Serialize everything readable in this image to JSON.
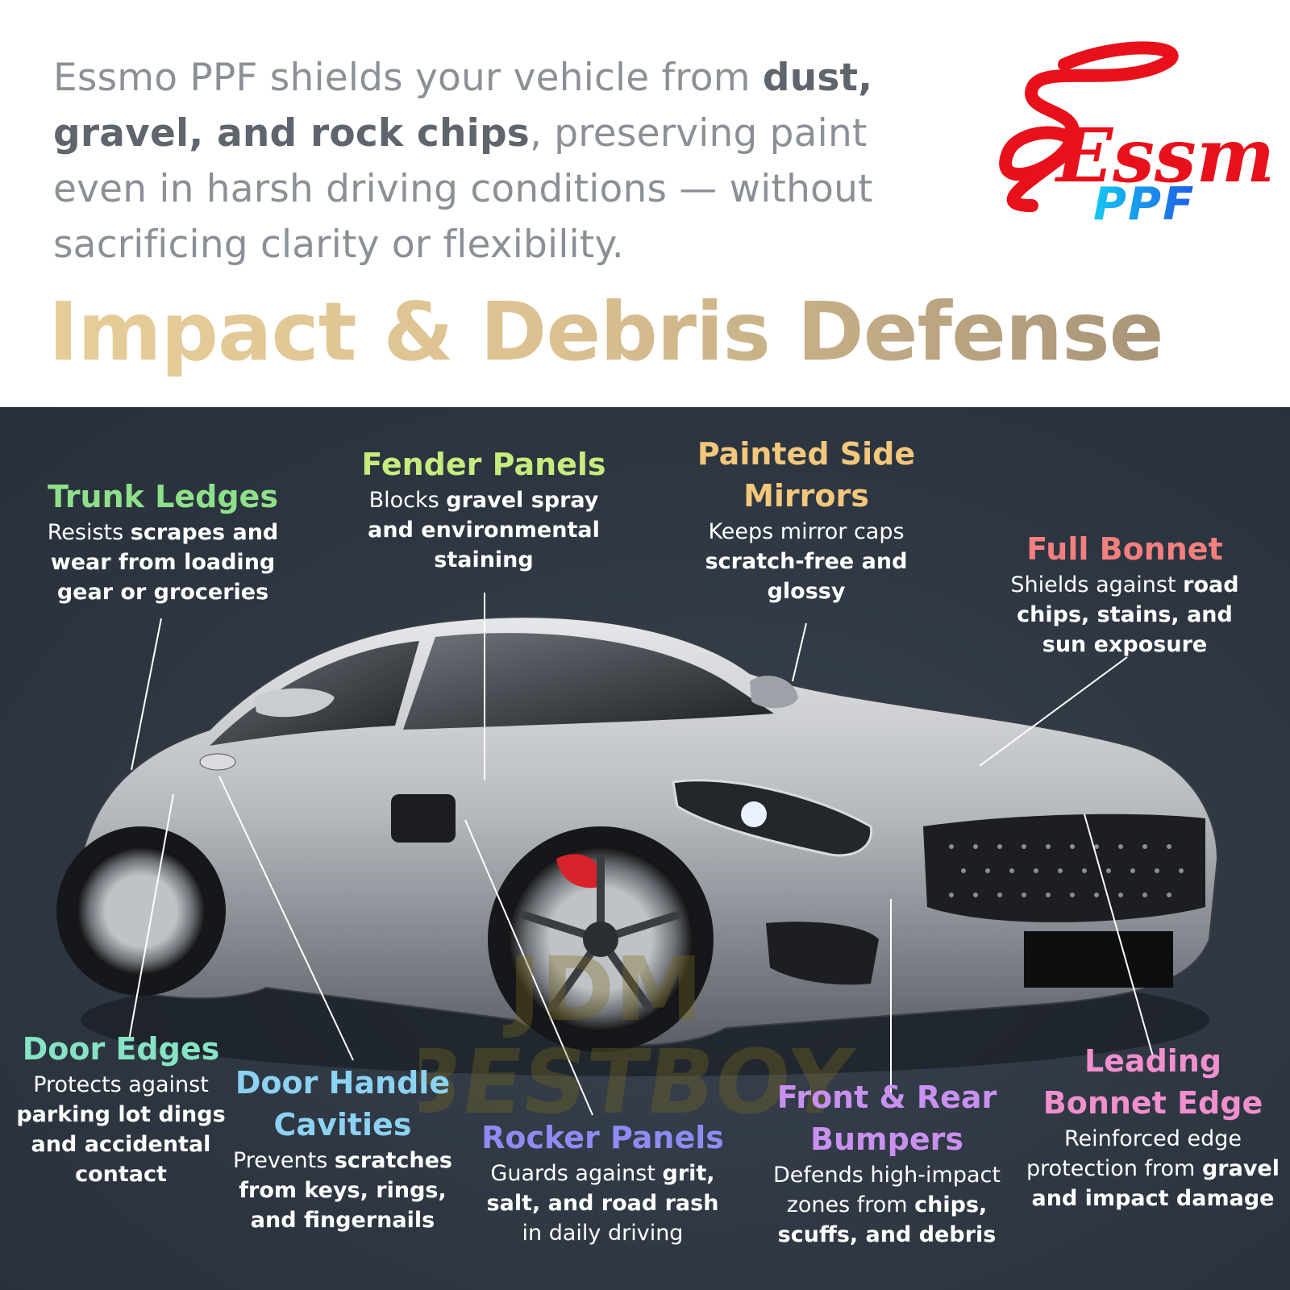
{
  "intro": {
    "part1": "Essmo PPF shields your vehicle from ",
    "bold1": "dust, gravel, and rock chips",
    "part2": ", preserving paint even in harsh driving conditions — without sacrificing clarity or flexibility."
  },
  "headline": "Impact & Debris Defense",
  "logo": {
    "brand": "Essmo",
    "sub": "PPF"
  },
  "watermark": {
    "line1": "JDM",
    "line2": "BESTBOY"
  },
  "callouts": {
    "trunk": {
      "title": "Trunk Ledges",
      "d1": "Resists ",
      "b1": "scrapes and wear from loading gear or groceries",
      "color": "#8fe08a"
    },
    "fender": {
      "title": "Fender Panels",
      "d1": "Blocks ",
      "b1": "gravel spray and environmental staining",
      "color": "#c6ec7e"
    },
    "mirrors": {
      "title": "Painted Side Mirrors",
      "d1": "Keeps mirror caps ",
      "b1": "scratch-free and glossy",
      "color": "#f3c77c"
    },
    "bonnet": {
      "title": "Full Bonnet",
      "d1": "Shields against ",
      "b1": "road chips, stains, and sun exposure",
      "color": "#f37f7f"
    },
    "door_edges": {
      "title": "Door Edges",
      "d1": "Protects against ",
      "b1": "parking lot dings and accidental contact",
      "color": "#86e4c5"
    },
    "handle": {
      "title": "Door Handle Cavities",
      "d1": "Prevents ",
      "b1": "scratches from keys, rings, and fingernails",
      "color": "#8cd2f3"
    },
    "rocker": {
      "title": "Rocker Panels",
      "d1": "Guards against ",
      "b1": "grit, salt, and road rash",
      "d2": " in daily driving",
      "color": "#8f8bf2"
    },
    "bumpers": {
      "title": "Front & Rear Bumpers",
      "d1": "Defends high-impact zones from ",
      "b1": "chips, scuffs, and debris",
      "color": "#c990f0"
    },
    "leading": {
      "title": "Leading Bonnet Edge",
      "d1": "Reinforced edge protection from ",
      "b1": "gravel and impact damage",
      "color": "#f28fce"
    }
  }
}
